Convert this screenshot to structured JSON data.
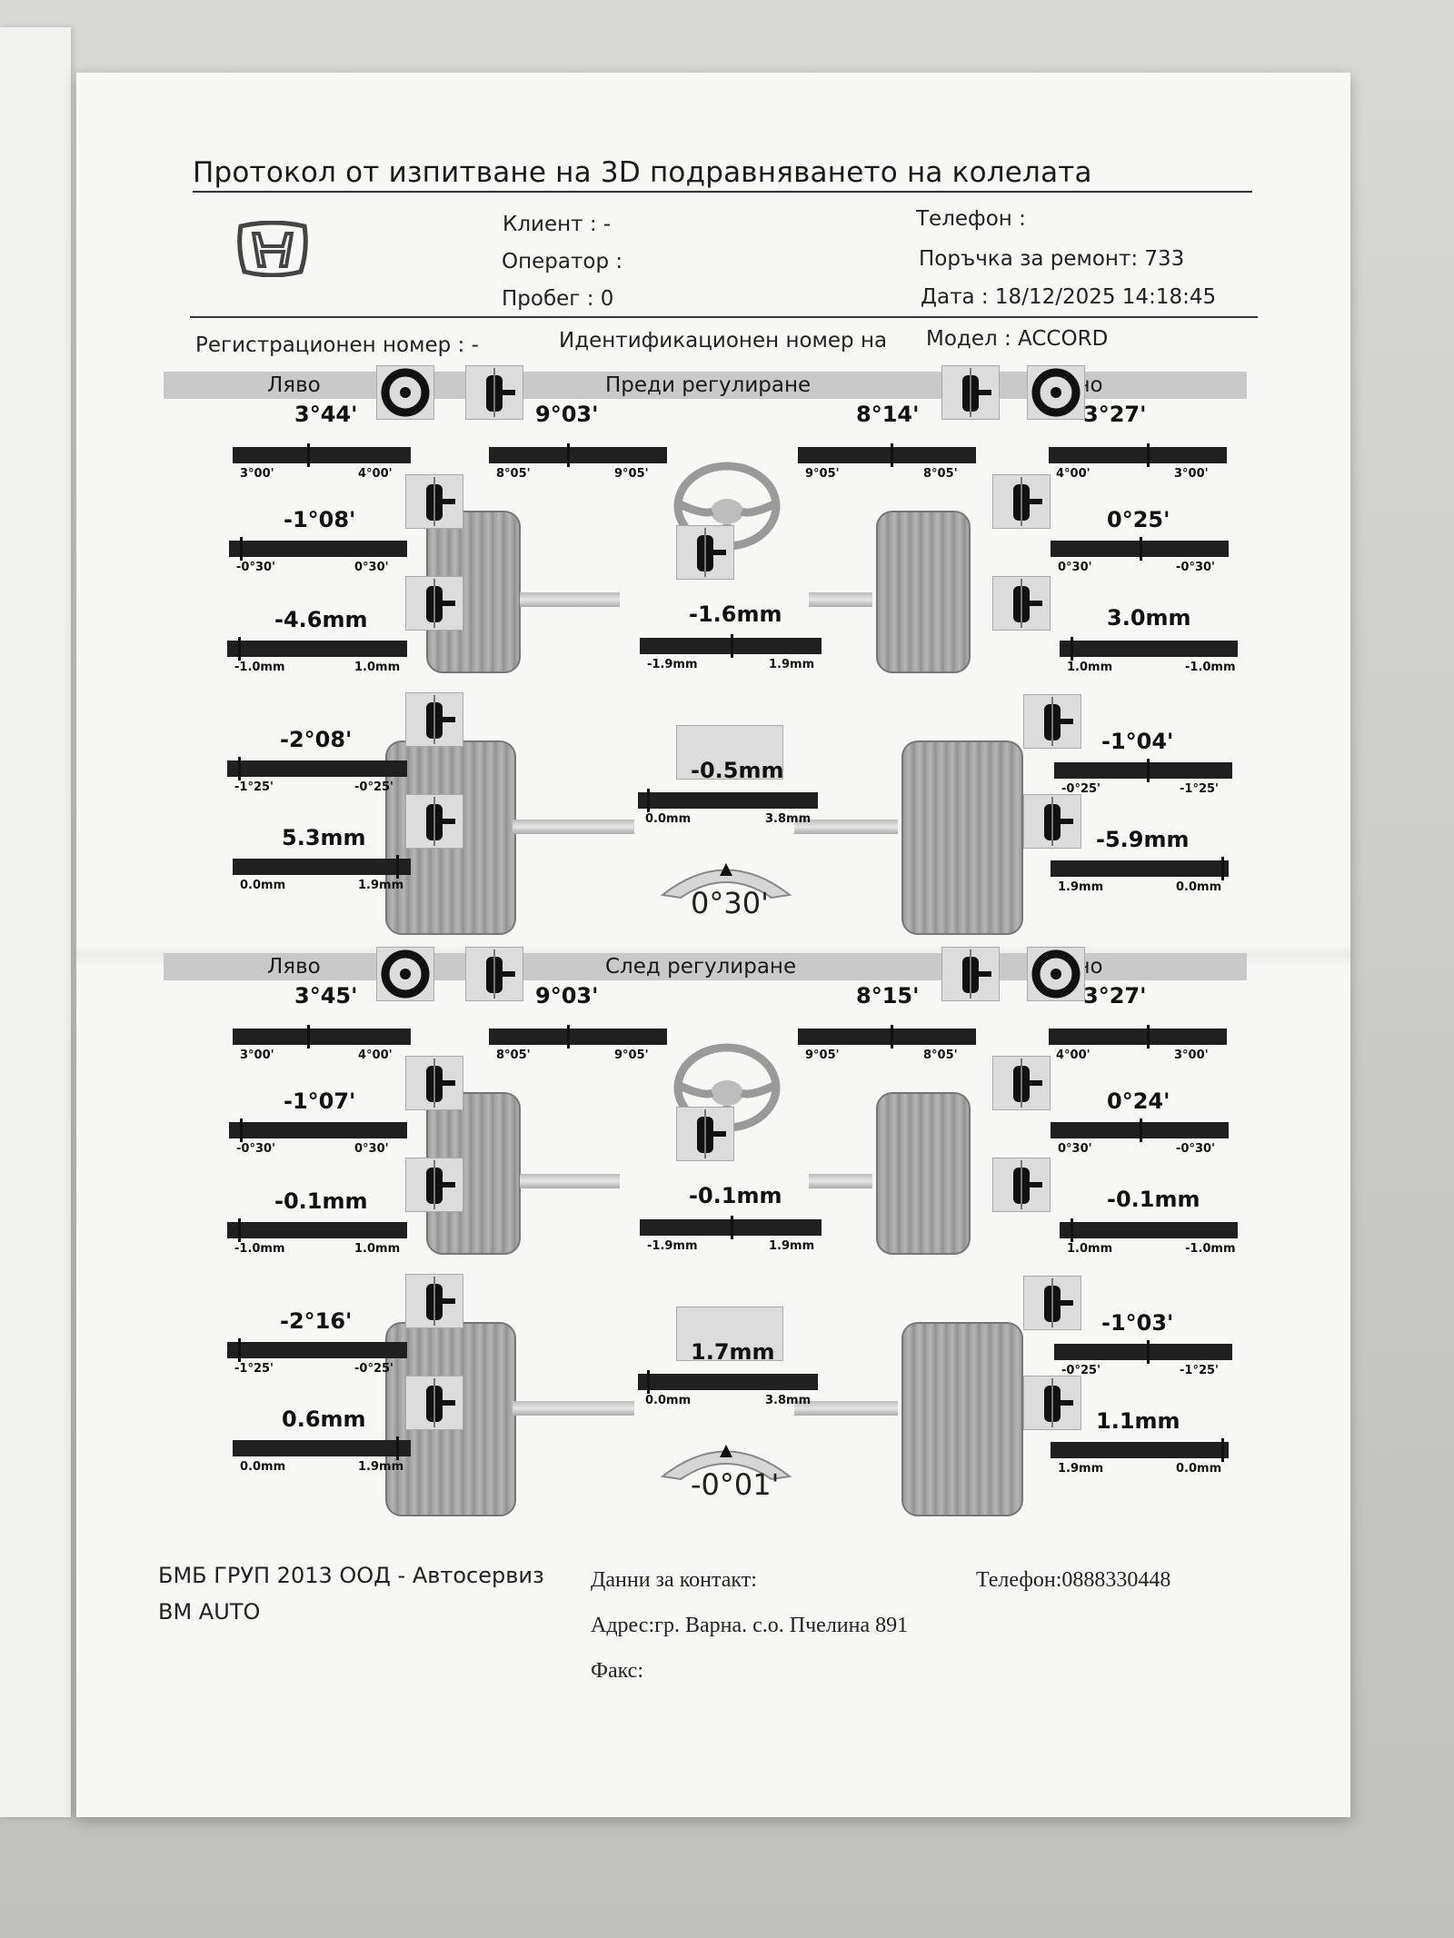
{
  "title": "Протокол от изпитване на 3D подравняването на колелата",
  "header": {
    "client": "Клиент : -",
    "operator": "Оператор :",
    "mileage": "Пробег : 0",
    "phone": "Телефон :",
    "order": "Поръчка за ремонт: 733",
    "date": "Дата : 18/12/2025 14:18:45",
    "registration": "Регистрационен номер : -",
    "vin": "Идентификационен номер на",
    "model": "Модел : ACCORD"
  },
  "sections": [
    {
      "label_left": "Ляво",
      "label_center": "Преди регулиране",
      "label_right": "Дясно",
      "front_left_caster": {
        "value": "3°44'",
        "min": "3°00'",
        "max": "4°00'"
      },
      "front_left_sai": {
        "value": "9°03'",
        "min": "8°05'",
        "max": "9°05'"
      },
      "front_right_sai": {
        "value": "8°14'",
        "min": "9°05'",
        "max": "8°05'"
      },
      "front_right_caster": {
        "value": "3°27'",
        "min": "4°00'",
        "max": "3°00'"
      },
      "front_left_camber": {
        "value": "-1°08'",
        "min": "-0°30'",
        "max": "0°30'"
      },
      "front_right_camber": {
        "value": "0°25'",
        "min": "0°30'",
        "max": "-0°30'"
      },
      "front_left_toe": {
        "value": "-4.6mm",
        "min": "-1.0mm",
        "max": "1.0mm"
      },
      "front_total_toe": {
        "value": "-1.6mm",
        "min": "-1.9mm",
        "max": "1.9mm"
      },
      "front_right_toe": {
        "value": "3.0mm",
        "min": "1.0mm",
        "max": "-1.0mm"
      },
      "rear_left_camber": {
        "value": "-2°08'",
        "min": "-1°25'",
        "max": "-0°25'"
      },
      "rear_total_toe": {
        "value": "-0.5mm",
        "min": "0.0mm",
        "max": "3.8mm"
      },
      "rear_right_camber": {
        "value": "-1°04'",
        "min": "-0°25'",
        "max": "-1°25'"
      },
      "rear_left_toe": {
        "value": "5.3mm",
        "min": "0.0mm",
        "max": "1.9mm"
      },
      "thrust_angle": "0°30'",
      "rear_right_toe": {
        "value": "-5.9mm",
        "min": "1.9mm",
        "max": "0.0mm"
      }
    },
    {
      "label_left": "Ляво",
      "label_center": "След регулиране",
      "label_right": "Дясно",
      "front_left_caster": {
        "value": "3°45'",
        "min": "3°00'",
        "max": "4°00'"
      },
      "front_left_sai": {
        "value": "9°03'",
        "min": "8°05'",
        "max": "9°05'"
      },
      "front_right_sai": {
        "value": "8°15'",
        "min": "9°05'",
        "max": "8°05'"
      },
      "front_right_caster": {
        "value": "3°27'",
        "min": "4°00'",
        "max": "3°00'"
      },
      "front_left_camber": {
        "value": "-1°07'",
        "min": "-0°30'",
        "max": "0°30'"
      },
      "front_right_camber": {
        "value": "0°24'",
        "min": "0°30'",
        "max": "-0°30'"
      },
      "front_left_toe": {
        "value": "-0.1mm",
        "min": "-1.0mm",
        "max": "1.0mm"
      },
      "front_total_toe": {
        "value": "-0.1mm",
        "min": "-1.9mm",
        "max": "1.9mm"
      },
      "front_right_toe": {
        "value": "-0.1mm",
        "min": "1.0mm",
        "max": "-1.0mm"
      },
      "rear_left_camber": {
        "value": "-2°16'",
        "min": "-1°25'",
        "max": "-0°25'"
      },
      "rear_total_toe": {
        "value": "1.7mm",
        "min": "0.0mm",
        "max": "3.8mm"
      },
      "rear_right_camber": {
        "value": "-1°03'",
        "min": "-0°25'",
        "max": "-1°25'"
      },
      "rear_left_toe": {
        "value": "0.6mm",
        "min": "0.0mm",
        "max": "1.9mm"
      },
      "thrust_angle": "-0°01'",
      "rear_right_toe": {
        "value": "1.1mm",
        "min": "1.9mm",
        "max": "0.0mm"
      }
    }
  ],
  "footer": {
    "company_line1": "БМБ ГРУП 2013 ООД - Автосервиз",
    "company_line2": "BM AUTO",
    "contact_label": "Данни за контакт:",
    "address": "Адрес:гр. Варна. с.о. Пчелина 891",
    "fax": "Факс:",
    "phone": "Телефон:0888330448"
  },
  "icons": {
    "logo": "honda-logo-icon",
    "steering": "steering-wheel-icon",
    "wheel": "wheel-icon",
    "strut": "suspension-strut-icon"
  }
}
